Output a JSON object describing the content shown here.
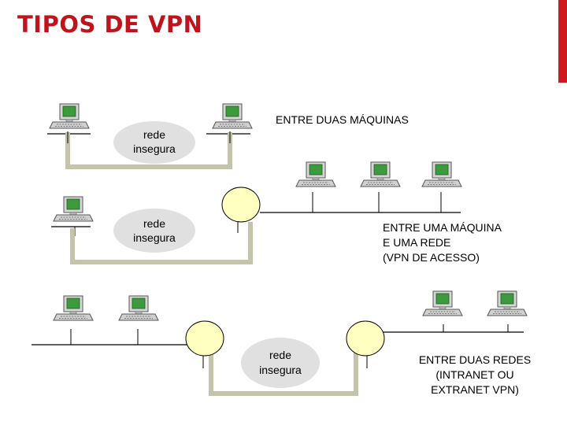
{
  "page": {
    "title": "TIPOS DE VPN"
  },
  "diagram": {
    "label_two_machines": "ENTRE DUAS MÁQUINAS",
    "label_machine_network": [
      "ENTRE UMA MÁQUINA",
      "E UMA REDE",
      "(VPN DE ACESSO)"
    ],
    "label_two_networks": [
      "ENTRE DUAS REDES",
      "(INTRANET OU",
      "EXTRANET VPN)"
    ],
    "insecure_network": [
      "rede",
      "insegura"
    ]
  },
  "colors": {
    "title": "#c0131b",
    "accent_bar": "#cc1a1e",
    "tunnel": "#c4c4aa",
    "cloud": "#e0e0e0",
    "router": "#ffffc0",
    "screen": "#3d9a3d"
  }
}
